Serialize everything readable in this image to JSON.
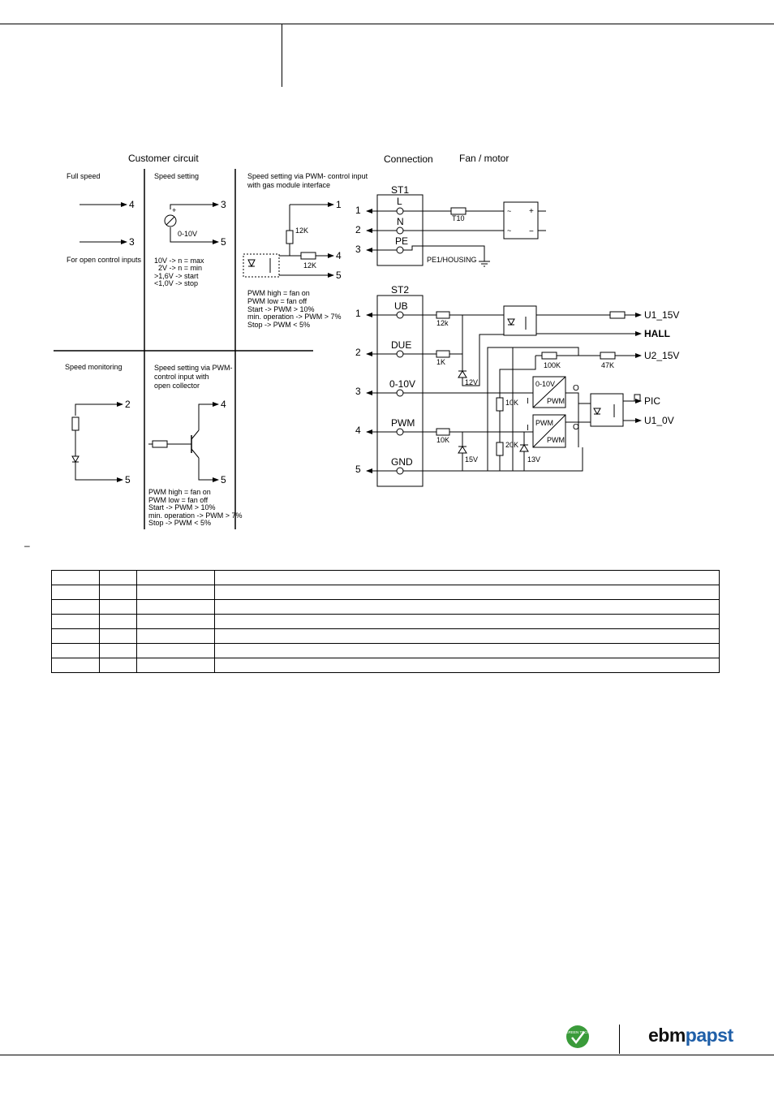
{
  "headings": {
    "customer_circuit": "Customer circuit",
    "connection": "Connection",
    "fan_motor": "Fan / motor"
  },
  "customer": {
    "full_speed": "Full speed",
    "open_inputs": "For open control inputs",
    "speed_setting": "Speed setting",
    "pwm_gas_1": "Speed setting via PWM- control input",
    "pwm_gas_2": "with gas module interface",
    "speed_rules": [
      "10V -> n = max",
      "2V -> n = min",
      ">1,6V -> start",
      "<1,0V -> stop"
    ],
    "pwm_rules_1": [
      "PWM high = fan on",
      "PWM low = fan off",
      "Start ->            PWM > 10%",
      "min. operation -> PWM > 7%",
      "Stop ->             PWM < 5%"
    ],
    "speed_monitoring": "Speed monitoring",
    "pwm_oc_1": "Speed setting via PWM-",
    "pwm_oc_2": "control input with",
    "pwm_oc_3": "open collector",
    "pwm_rules_2": [
      "PWM high = fan on",
      "PWM low = fan off",
      "Start ->            PWM > 10%",
      "min. operation -> PWM > 7%",
      "Stop ->             PWM < 5%"
    ],
    "v0_10": "0-10V",
    "r12k": "12K",
    "n1": "1",
    "n2": "2",
    "n3": "3",
    "n4": "4",
    "n5": "5"
  },
  "connection": {
    "st1": "ST1",
    "st2": "ST2",
    "L": "L",
    "N": "N",
    "PE": "PE",
    "fuse": "T10",
    "pe_housing": "PE1/HOUSING",
    "UB": "UB",
    "DUE": "DUE",
    "V0_10": "0-10V",
    "PWM": "PWM",
    "GND": "GND",
    "r12k": "12k",
    "r1k": "1K",
    "r10k": "10K",
    "r10k_b": "10K",
    "r20k": "20K",
    "r100k": "100K",
    "r47k": "47K",
    "z12v": "12V",
    "z15v": "15V",
    "z13v": "13V",
    "u1_15v": "U1_15V",
    "hall": "HALL",
    "u2_15v": "U2_15V",
    "pic": "PIC",
    "u1_0v": "U1_0V",
    "conv_in": "0-10V",
    "conv_out": "PWM",
    "conv2_in": "PWM",
    "conv2_out": "PWM",
    "I": "I",
    "O": "O",
    "tilde": "~",
    "plus": "+",
    "minus": "−",
    "p1": "1",
    "p2": "2",
    "p3": "3",
    "p4": "4",
    "p5": "5"
  },
  "footnote_mark": "–",
  "logo": {
    "ebm": "ebm",
    "papst": "papst",
    "badge": "GREEN TECH"
  },
  "colors": {
    "logo_blue": "#1f5fa8",
    "badge_green": "#3a9b3a"
  }
}
